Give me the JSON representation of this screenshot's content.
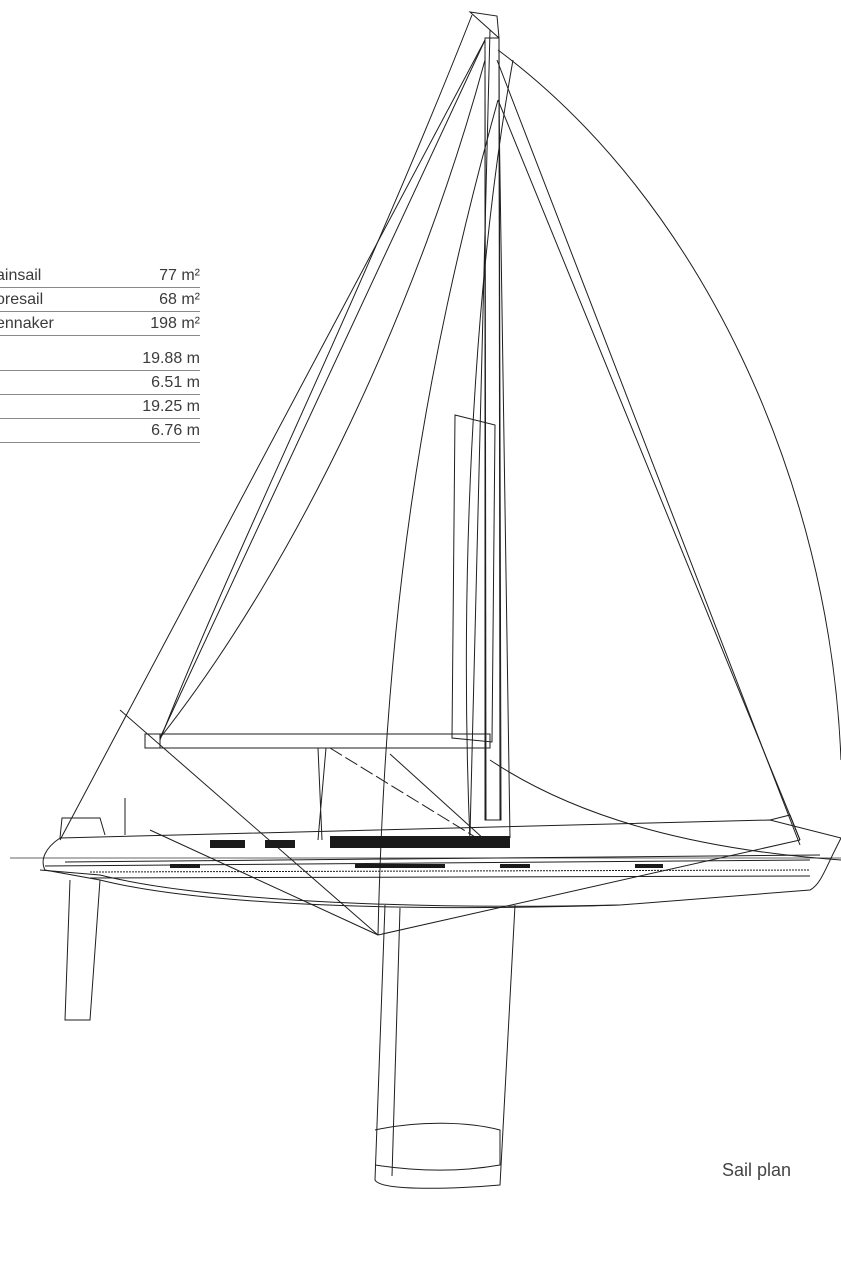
{
  "specs": {
    "rows": [
      {
        "label": "ainsail",
        "value": "77 m²"
      },
      {
        "label": "oresail",
        "value": "68 m²"
      },
      {
        "label": "ennaker",
        "value": "198 m²"
      },
      {
        "label": "",
        "value": "19.88 m"
      },
      {
        "label": "",
        "value": "6.51 m"
      },
      {
        "label": "",
        "value": "19.25 m"
      },
      {
        "label": "",
        "value": "6.76 m"
      }
    ]
  },
  "caption": "Sail plan"
}
